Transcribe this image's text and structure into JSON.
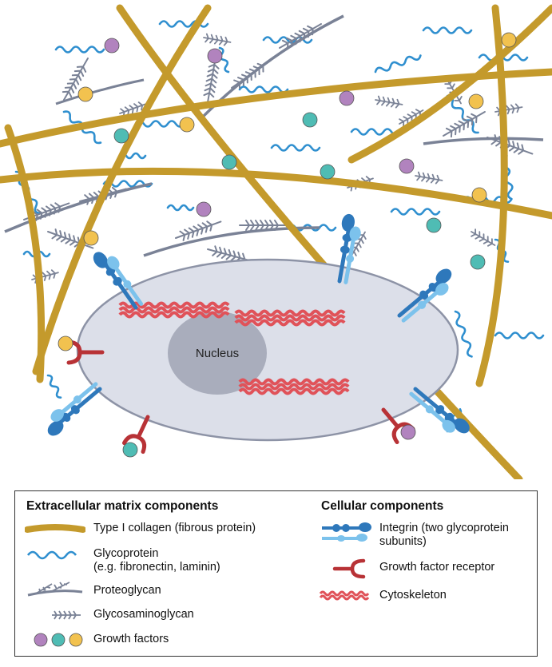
{
  "diagram": {
    "nucleus_label": "Nucleus"
  },
  "legend": {
    "ecm_heading": "Extracellular matrix components",
    "cellular_heading": "Cellular components",
    "ecm_items": [
      {
        "label": "Type I collagen (fibrous protein)",
        "icon": "collagen-fiber-icon"
      },
      {
        "label": "Glycoprotein",
        "sublabel": "(e.g. fibronectin, laminin)",
        "icon": "glycoprotein-icon"
      },
      {
        "label": "Proteoglycan",
        "icon": "proteoglycan-icon"
      },
      {
        "label": "Glycosaminoglycan",
        "icon": "glycosaminoglycan-icon"
      },
      {
        "label": "Growth factors",
        "icon": "growth-factor-icons"
      }
    ],
    "cellular_items": [
      {
        "label": "Integrin (two glycoprotein",
        "sublabel": "subunits)",
        "icon": "integrin-icon"
      },
      {
        "label": "Growth factor receptor",
        "icon": "growth-factor-receptor-icon"
      },
      {
        "label": "Cytoskeleton",
        "icon": "cytoskeleton-icon"
      }
    ]
  },
  "colors": {
    "collagen": "#c49a2c",
    "glycoprotein": "#2f8fcf",
    "proteoglycan": "#7a8296",
    "growth_factor_purple": "#b183be",
    "growth_factor_teal": "#4fbcb4",
    "growth_factor_yellow": "#f2c24f",
    "integrin_dark": "#2e78bb",
    "integrin_light": "#7cc2ec",
    "receptor": "#b83236",
    "cytoskeleton": "#e05259",
    "cell": "#d9dde8",
    "nucleus": "#a9adbc"
  }
}
